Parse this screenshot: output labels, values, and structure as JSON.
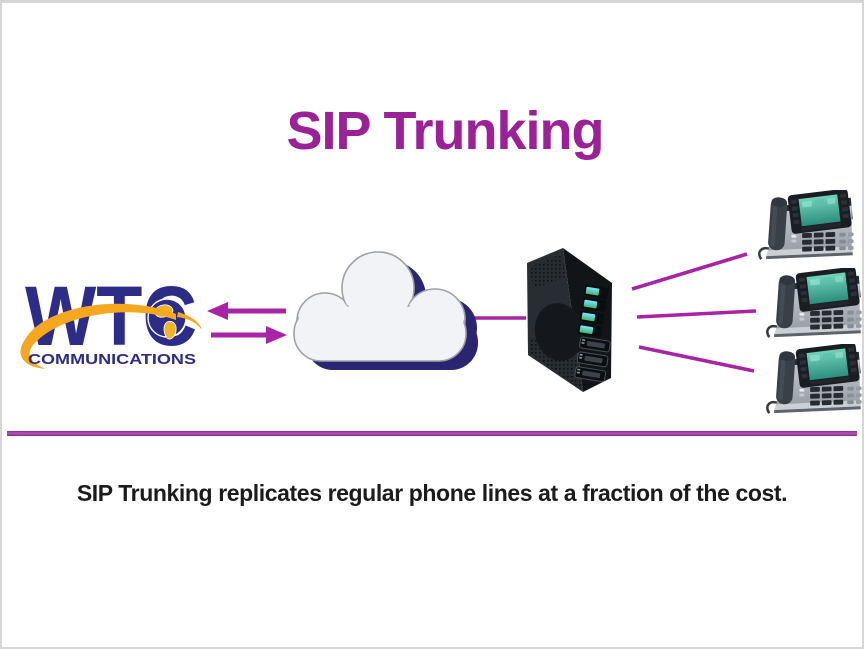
{
  "title": "SIP Trunking",
  "caption": "SIP Trunking replicates regular phone lines at a fraction of the cost.",
  "logo": {
    "acronym": "WTC",
    "subtext": "COMMUNICATIONS"
  },
  "diagram": {
    "nodes": [
      {
        "id": "wtc-logo",
        "type": "logo",
        "label": "WTC COMMUNICATIONS"
      },
      {
        "id": "cloud",
        "type": "cloud-icon"
      },
      {
        "id": "pbx-server",
        "type": "server-icon"
      },
      {
        "id": "phone-1",
        "type": "ip-phone-icon"
      },
      {
        "id": "phone-2",
        "type": "ip-phone-icon"
      },
      {
        "id": "phone-3",
        "type": "ip-phone-icon"
      }
    ],
    "connections": [
      {
        "from": "cloud",
        "to": "wtc-logo",
        "style": "arrow-left"
      },
      {
        "from": "wtc-logo",
        "to": "cloud",
        "style": "arrow-right"
      },
      {
        "from": "cloud",
        "to": "pbx-server",
        "style": "line"
      },
      {
        "from": "pbx-server",
        "to": "phone-1",
        "style": "line"
      },
      {
        "from": "pbx-server",
        "to": "phone-2",
        "style": "line"
      },
      {
        "from": "pbx-server",
        "to": "phone-3",
        "style": "line"
      }
    ]
  },
  "colors": {
    "title_purple": "#9A2196",
    "connector_magenta": "#A823A5",
    "rule_purple": "#993A9E",
    "logo_navy": "#2D2D87",
    "logo_gold": "#F5A81F",
    "cloud_fill": "#F2F3F6",
    "cloud_shadow_navy": "#2B2470",
    "server_dark": "#282D33",
    "phone_gray": "#3A4047",
    "screen_teal": "#3FA893"
  }
}
